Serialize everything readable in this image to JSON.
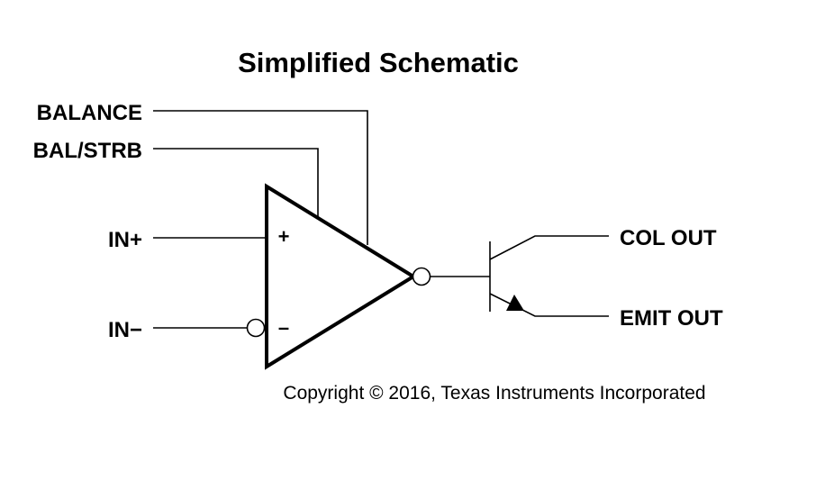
{
  "title": "Simplified Schematic",
  "pins": {
    "balance": "BALANCE",
    "bal_strb": "BAL/STRB",
    "in_plus": "IN+",
    "in_minus": "IN−",
    "col_out": "COL OUT",
    "emit_out": "EMIT OUT"
  },
  "comparator": {
    "plus_sign": "+",
    "minus_sign": "–"
  },
  "copyright": "Copyright © 2016, Texas Instruments Incorporated"
}
